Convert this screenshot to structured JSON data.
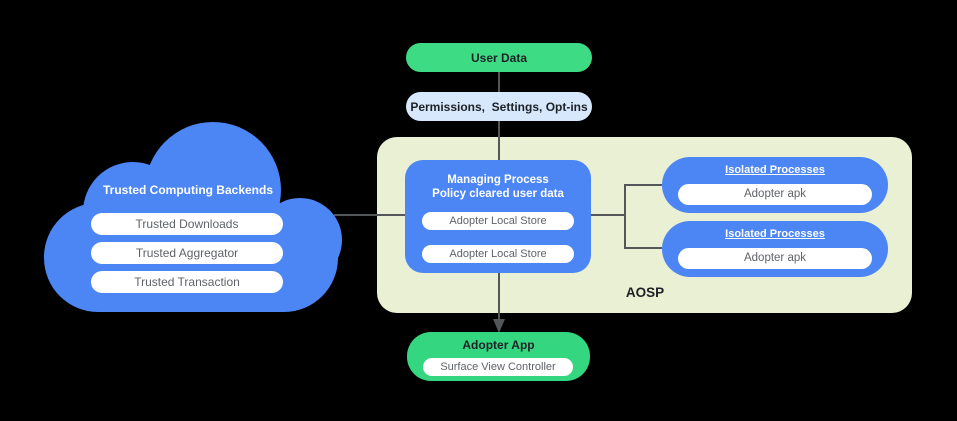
{
  "colors": {
    "bg": "#000000",
    "green": "#3ddc84",
    "green-dark": "#34d67f",
    "light-blue": "#d7e8fc",
    "blue": "#4c85f4",
    "pale": "#e9f0d3",
    "line": "#54575a",
    "text-dark": "#1d2126",
    "text-gray": "#5f6368",
    "white": "#ffffff"
  },
  "nodes": {
    "user_data": {
      "label": "User Data"
    },
    "permissions": {
      "label": "Permissions,  Settings, Opt-ins"
    },
    "cloud": {
      "title": "Trusted Computing Backends",
      "items": [
        "Trusted Downloads",
        "Trusted Aggregator",
        "Trusted Transaction"
      ]
    },
    "aosp": {
      "label": "AOSP",
      "managing_process": {
        "title_line1": "Managing Process",
        "title_line2": "Policy cleared user data",
        "stores": [
          "Adopter Local Store",
          "Adopter Local Store"
        ]
      },
      "isolated": [
        {
          "title": "Isolated Processes",
          "item": "Adopter apk"
        },
        {
          "title": "Isolated Processes",
          "item": "Adopter apk"
        }
      ]
    },
    "adopter_app": {
      "title": "Adopter App",
      "item": "Surface View Controller"
    }
  }
}
